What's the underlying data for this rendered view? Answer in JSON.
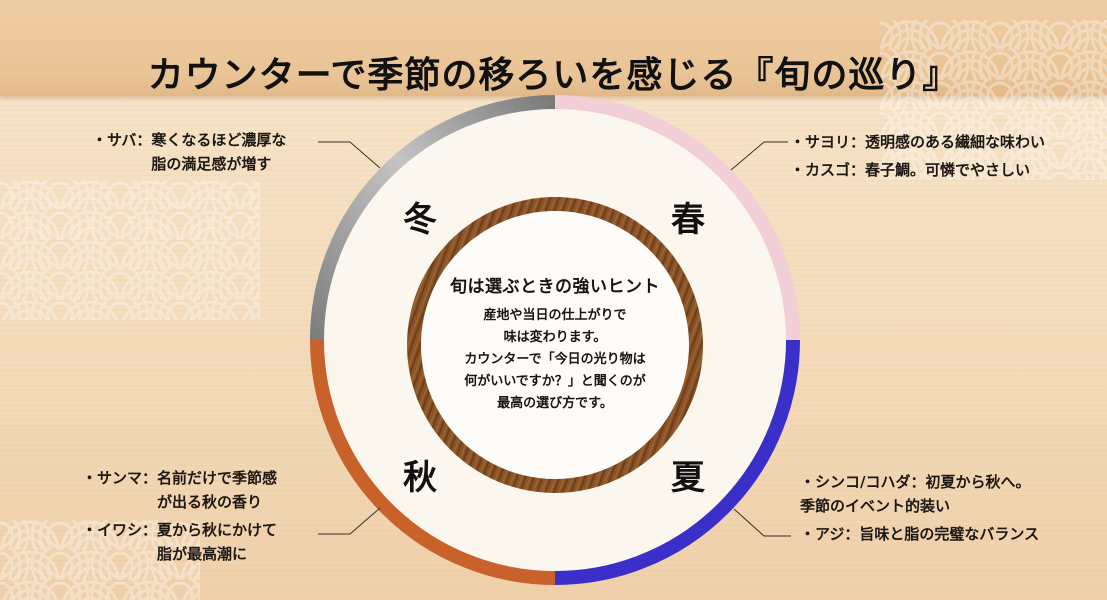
{
  "title": "カウンターで季節の移ろいを感じる『旬の巡り』",
  "center": {
    "heading": "旬は選ぶときの強いヒント",
    "body": "産地や当日の仕上がりで\n味は変わります。\nカウンターで「今日の光り物は\n何がいいですか？」と聞くのが\n最高の選び方です。"
  },
  "seasons": [
    {
      "key": "spring",
      "label": "春",
      "color": "#f2cfd6",
      "items": [
        {
          "fish": "・サヨリ：",
          "desc": "透明感のある繊細な味わい"
        },
        {
          "fish": "・カスゴ：",
          "desc": "春子鯛。可憐でやさしい"
        }
      ]
    },
    {
      "key": "summer",
      "label": "夏",
      "color": "#3b2fc9",
      "items": [
        {
          "fish": "・シンコ/コハダ：",
          "desc": "初夏から秋へ。\n季節のイベント的装い"
        },
        {
          "fish": "・アジ：",
          "desc": "旨味と脂の完璧なバランス"
        }
      ]
    },
    {
      "key": "autumn",
      "label": "秋",
      "color": "#c8622a",
      "items": [
        {
          "fish": "・サンマ：",
          "desc": "名前だけで季節感\nが出る秋の香り"
        },
        {
          "fish": "・イワシ：",
          "desc": "夏から秋にかけて\n脂が最高潮に"
        }
      ]
    },
    {
      "key": "winter",
      "label": "冬",
      "color": "#8e8e8e",
      "items": [
        {
          "fish": "・サバ：",
          "desc": "寒くなるほど濃厚な\n脂の満足感が増す"
        }
      ]
    }
  ],
  "colors": {
    "background": "#f4ddbd",
    "inner_disc": "#fbf7ef",
    "wood_ring": "#8a5428",
    "leader_line": "#3a3028"
  }
}
